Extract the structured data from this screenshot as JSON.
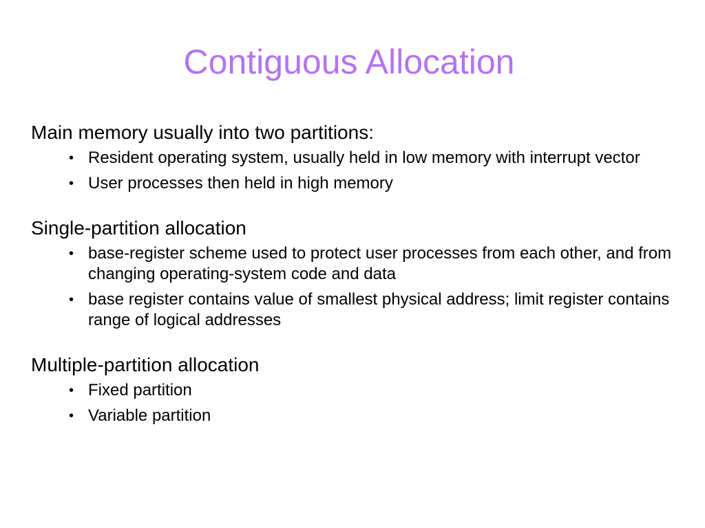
{
  "slide": {
    "title": "Contiguous Allocation",
    "title_color": "#b373f2",
    "sections": [
      {
        "heading": "Main memory usually into two partitions:",
        "bullets": [
          "Resident operating system, usually held in low memory with interrupt vector",
          "User processes then held in high memory"
        ]
      },
      {
        "heading": "Single-partition allocation",
        "bullets": [
          "base-register scheme used to protect user processes from each other, and from changing operating-system code and data",
          "base register contains value of smallest physical address; limit register contains range of logical addresses"
        ]
      },
      {
        "heading": "Multiple-partition allocation",
        "bullets": [
          "Fixed partition",
          "Variable partition"
        ]
      }
    ],
    "bullet_glyph": "•"
  }
}
